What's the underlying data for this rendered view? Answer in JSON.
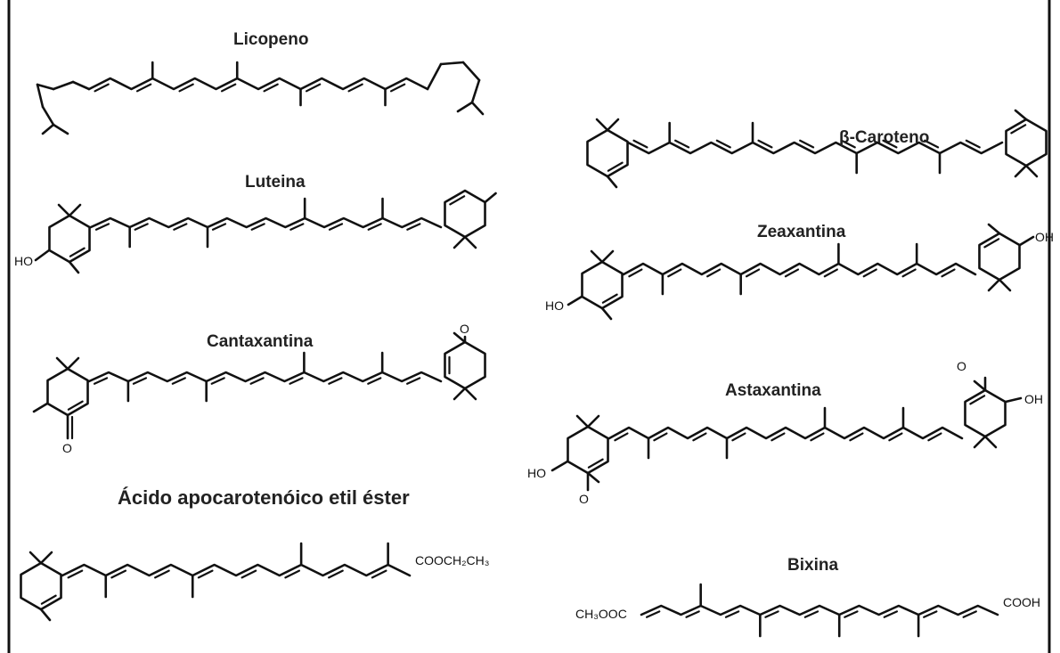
{
  "molecules": {
    "licopeno": {
      "name": "Licopeno"
    },
    "beta_caroteno": {
      "name": "β-Caroteno"
    },
    "luteina": {
      "name": "Luteina",
      "group_oh": "HO"
    },
    "zeaxantina": {
      "name": "Zeaxantina",
      "group_oh_left": "HO",
      "group_oh_right": "OH"
    },
    "cantaxantina": {
      "name": "Cantaxantina",
      "group_o_left": "O",
      "group_o_right": "O"
    },
    "astaxantina": {
      "name": "Astaxantina",
      "group_oh_left": "HO",
      "group_oh_right": "OH",
      "group_o_left": "O",
      "group_o_right": "O"
    },
    "acido": {
      "name": "Ácido apocarotenóico etil éster",
      "group_ester": "COOCH₂CH₃"
    },
    "bixina": {
      "name": "Bixina",
      "group_left": "CH₃OOC",
      "group_right": "COOH"
    }
  },
  "colors": {
    "line": "#111111",
    "background": "#ffffff"
  }
}
